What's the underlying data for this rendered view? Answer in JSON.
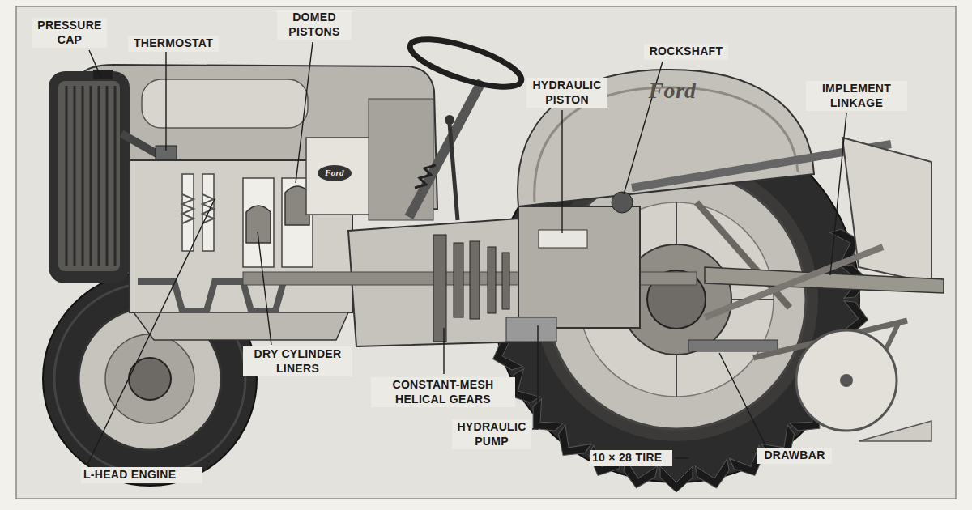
{
  "diagram": {
    "labels": [
      "PRESSURE CAP",
      "THERMOSTAT",
      "DOMED PISTONS",
      "HYDRAULIC PISTON",
      "ROCKSHAFT",
      "IMPLEMENT LINKAGE",
      "DRY CYLINDER LINERS",
      "CONSTANT-MESH HELICAL GEARS",
      "HYDRAULIC PUMP",
      "DRAWBAR",
      "L-HEAD ENGINE",
      "10 × 28 TIRE",
      "Ford",
      "Ford"
    ]
  }
}
